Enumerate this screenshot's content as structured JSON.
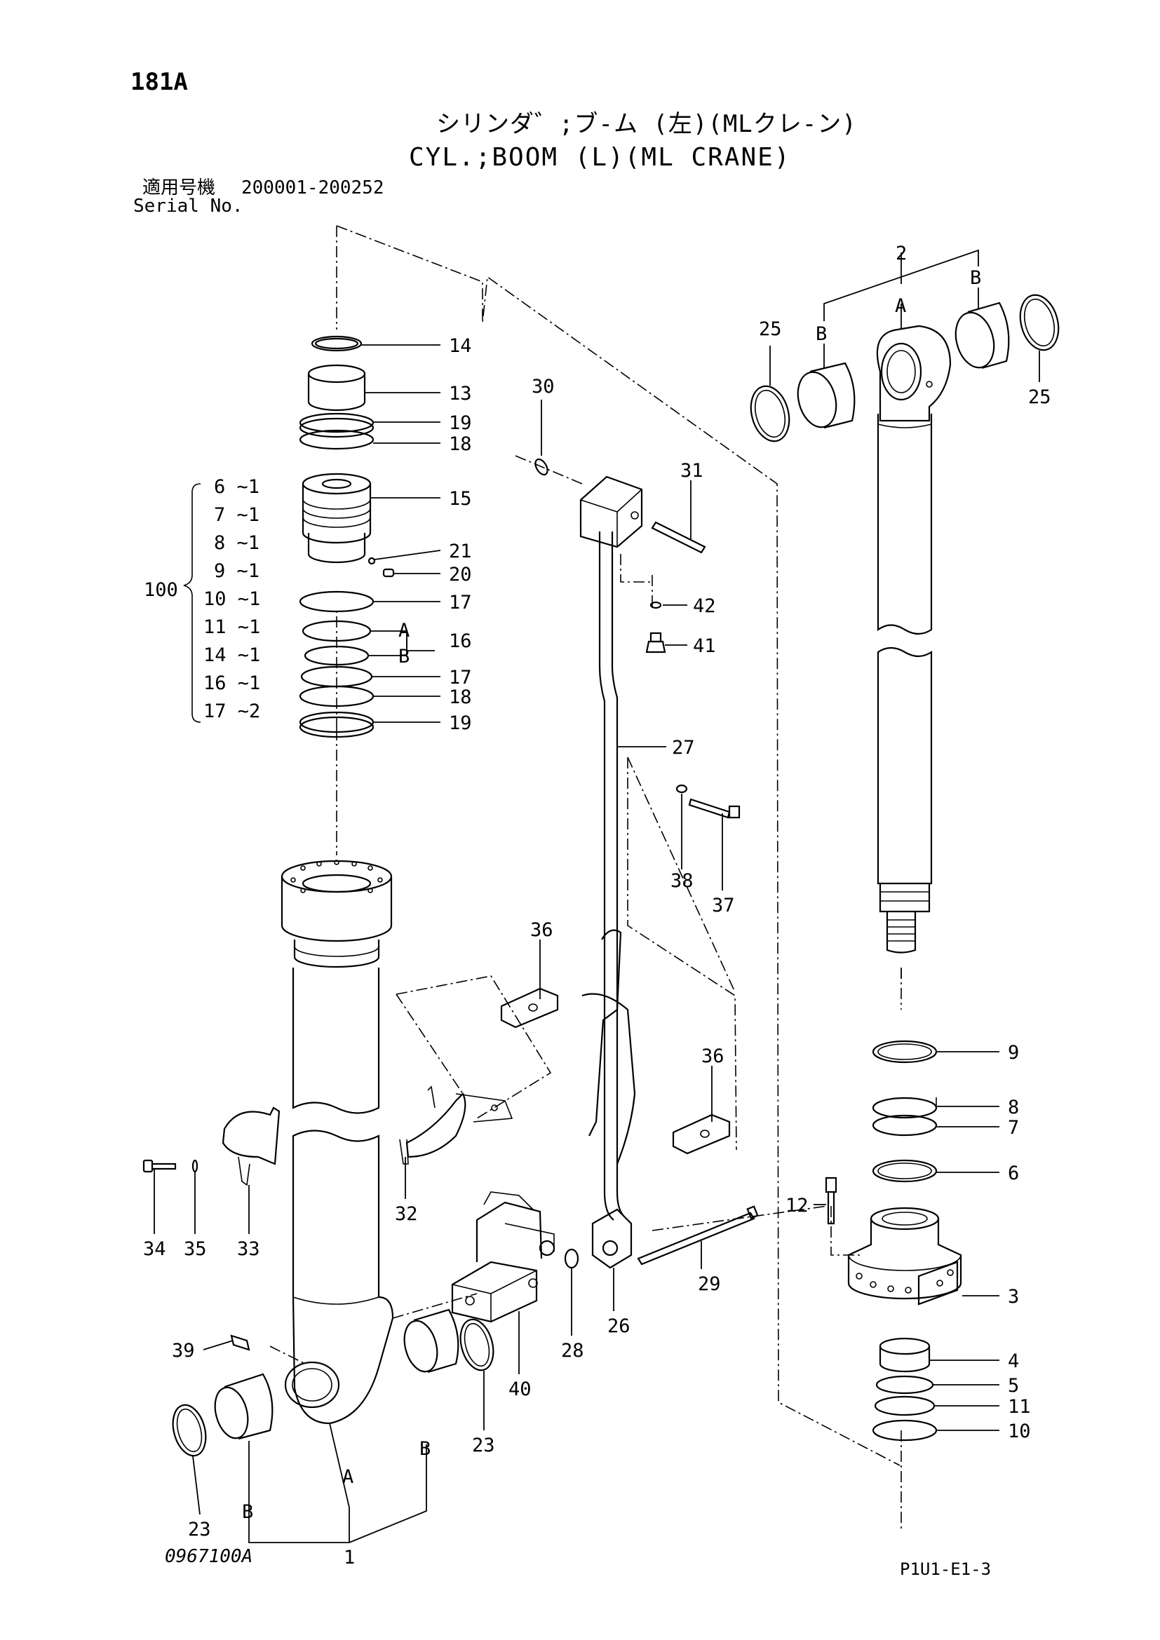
{
  "header": {
    "page_no": "181A",
    "title_jp": "シリンダ゛;ブ-ム (左)(MLクレ-ン)",
    "title_en": "CYL.;BOOM (L)(ML CRANE)",
    "serial_label_jp": "適用号機",
    "serial_range": "200001-200252",
    "serial_label_en": "Serial No."
  },
  "footer": {
    "drawing_no": "0967100A",
    "page_code": "P1U1-E1-3"
  },
  "callouts": {
    "c14": "14",
    "c13": "13",
    "c19a": "19",
    "c18a": "18",
    "c15": "15",
    "c21": "21",
    "c20": "20",
    "c17a": "17",
    "c16": "16",
    "c17b": "17",
    "c18b": "18",
    "c19b": "19",
    "c30": "30",
    "c31": "31",
    "c42": "42",
    "c41": "41",
    "c27": "27",
    "c38": "38",
    "c37": "37",
    "c36a": "36",
    "c36b": "36",
    "c32": "32",
    "c34": "34",
    "c35": "35",
    "c33": "33",
    "c39": "39",
    "c40": "40",
    "c28": "28",
    "c26": "26",
    "c29": "29",
    "c23a": "23",
    "c23b": "23",
    "c1": "1",
    "c2": "2",
    "c25a": "25",
    "c25b": "25",
    "c9": "9",
    "c8": "8",
    "c7": "7",
    "c6": "6",
    "c12": "12",
    "c3": "3",
    "c4": "4",
    "c5": "5",
    "c11": "11",
    "c10": "10",
    "sub_a": "A",
    "sub_b": "B"
  },
  "letters": {
    "A": "A",
    "B": "B"
  },
  "kit": {
    "number": "100",
    "items": [
      "6 ~1",
      "7 ~1",
      "8 ~1",
      "9 ~1",
      "10 ~1",
      "11 ~1",
      "14 ~1",
      "16 ~1",
      "17 ~2"
    ]
  }
}
